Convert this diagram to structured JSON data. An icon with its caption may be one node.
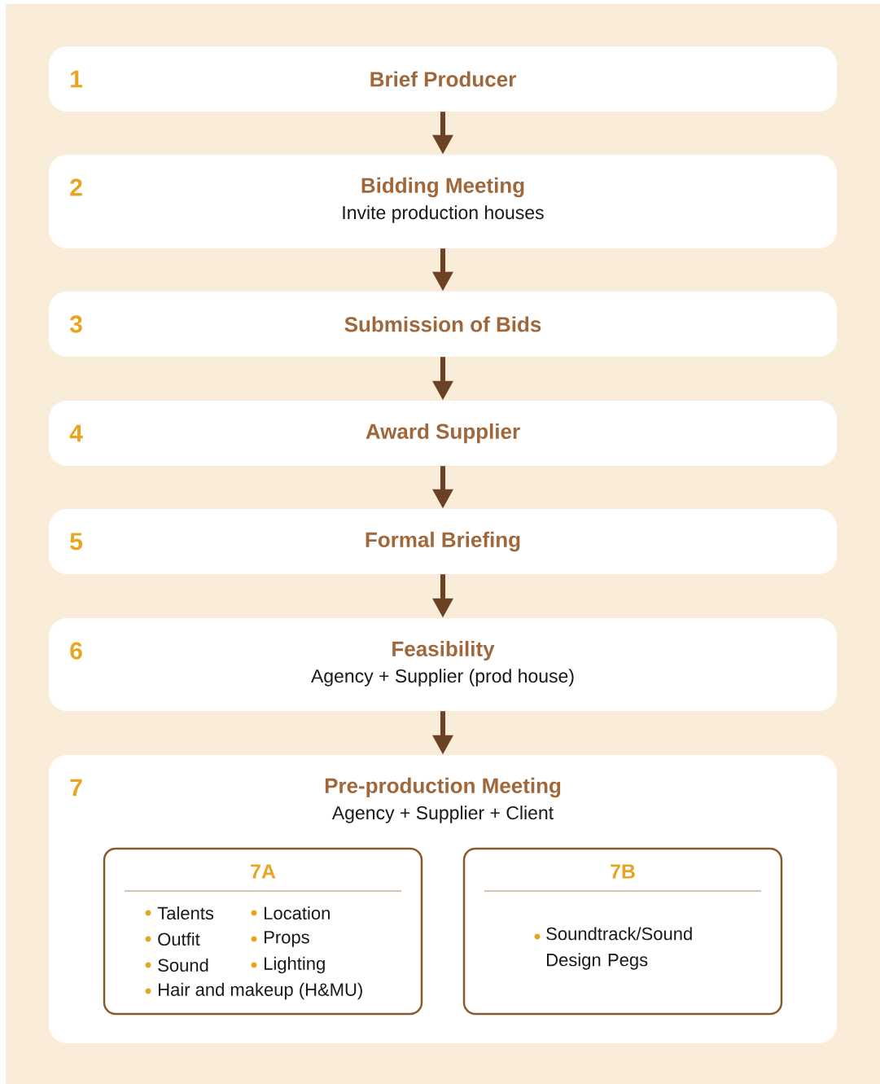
{
  "diagram": {
    "nodes": [
      {
        "text": [
          "1",
          "Brief Producer"
        ]
      },
      {
        "text": [
          "2",
          "Bidding Meeting",
          "Invite production houses"
        ]
      },
      {
        "text": [
          "3",
          "Submission of Bids"
        ]
      },
      {
        "text": [
          "4",
          "Award Supplier"
        ]
      },
      {
        "text": [
          "5",
          "Formal Briefing"
        ]
      },
      {
        "text": [
          "6",
          "Feasibility",
          "Agency + Supplier (prod house)"
        ]
      },
      {
        "text": [
          "7",
          "Pre-production Meeting",
          "Agency + Supplier + Client"
        ]
      },
      {
        "text": [
          "7A",
          "Talents",
          "Location",
          "Outfit",
          "Props",
          "Sound",
          "Lighting",
          "Hair and makeup (H&MU)"
        ],
        "in": 6
      },
      {
        "text": [
          "7B",
          "Soundtrack/Sound Design Pegs"
        ],
        "in": 6
      }
    ],
    "edges": [
      {
        "from": 0,
        "to": 1,
        "arrow": "to"
      },
      {
        "from": 1,
        "to": 2,
        "arrow": "to"
      },
      {
        "from": 2,
        "to": 3,
        "arrow": "to"
      },
      {
        "from": 3,
        "to": 4,
        "arrow": "to"
      },
      {
        "from": 4,
        "to": 5,
        "arrow": "to"
      },
      {
        "from": 5,
        "to": 6,
        "arrow": "to"
      }
    ]
  }
}
